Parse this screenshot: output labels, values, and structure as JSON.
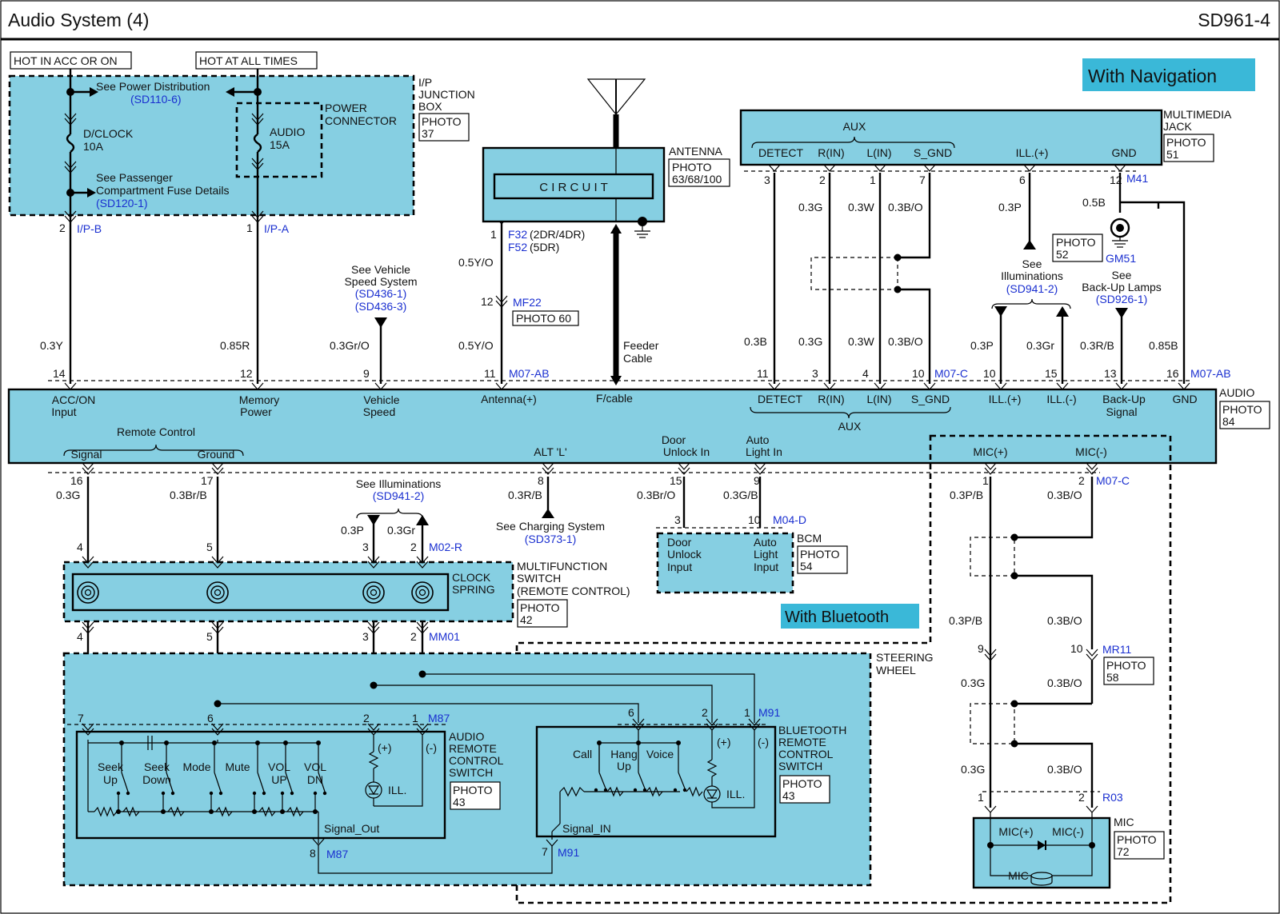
{
  "header": {
    "title": "Audio System (4)",
    "code": "SD961-4"
  },
  "banners": {
    "navigation": "With Navigation",
    "bluetooth": "With Bluetooth"
  },
  "fuse": {
    "hot_acc": "HOT IN ACC OR ON",
    "hot_all": "HOT AT ALL TIMES",
    "see_power": "See Power Distribution",
    "power_ref": "(SD110-6)",
    "dclock": "D/CLOCK",
    "dclock_a": "10A",
    "audio": "AUDIO",
    "audio_a": "15A",
    "pc1": "POWER",
    "pc2": "CONNECTOR",
    "see_pass1": "See  Passenger",
    "see_pass2": "Compartment Fuse Details",
    "pass_ref": "(SD120-1)",
    "ip1": "I/P",
    "ip2": "JUNCTION",
    "ip3": "BOX",
    "photo": "PHOTO",
    "photo_n": "37"
  },
  "wires_top": {
    "p2": "2",
    "ipb": "I/P-B",
    "p1": "1",
    "ipa": "I/P-A",
    "w03y": "0.3Y",
    "w085r": "0.85R",
    "vss1": "See Vehicle",
    "vss2": "Speed System",
    "vss_r1": "(SD436-1)",
    "vss_r2": "(SD436-3)",
    "w03gro": "0.3Gr/O",
    "f32": "F32",
    "f32s": "(2DR/4DR)",
    "f52": "F52",
    "f52s": "(5DR)",
    "w05yo": "0.5Y/O",
    "p12": "12",
    "mf22": "MF22",
    "photo60": "PHOTO 60",
    "feeder1": "Feeder",
    "feeder2": "Cable"
  },
  "antenna": {
    "circuit": "C I R C U I T",
    "label": "ANTENNA",
    "photo": "PHOTO",
    "photo_n": "63/68/100"
  },
  "multimedia": {
    "aux": "AUX",
    "pins": [
      "DETECT",
      "R(IN)",
      "L(IN)",
      "S_GND",
      "ILL.(+)",
      "GND"
    ],
    "nums": [
      "3",
      "2",
      "1",
      "7",
      "6",
      "12"
    ],
    "conn": "M41",
    "l1": "MULTIMEDIA",
    "l2": "JACK",
    "photo": "PHOTO",
    "photo_n": "51"
  },
  "aux_wires": {
    "w03g": "0.3G",
    "w03w": "0.3W",
    "w03bo": "0.3B/O",
    "w03p": "0.3P",
    "w05b": "0.5B",
    "photo": "PHOTO",
    "photo_n": "52",
    "gm51": "GM51",
    "ill1": "See",
    "ill2": "Illuminations",
    "ill_ref": "(SD941-2)",
    "bu1": "See",
    "bu2": "Back-Up Lamps",
    "bu_ref": "(SD926-1)",
    "w03b": "0.3B",
    "w03gr": "0.3Gr",
    "w03rb": "0.3R/B",
    "w085b": "0.85B"
  },
  "audio_unit": {
    "pin_nums": [
      "14",
      "12",
      "9",
      "11",
      "11",
      "3",
      "4",
      "10",
      "10",
      "15",
      "13",
      "16"
    ],
    "m07ab": "M07-AB",
    "m07c": "M07-C",
    "lbl_acc1": "ACC/ON",
    "lbl_acc2": "Input",
    "lbl_mem1": "Memory",
    "lbl_mem2": "Power",
    "lbl_veh1": "Vehicle",
    "lbl_veh2": "Speed",
    "lbl_ant": "Antenna(+)",
    "lbl_fcable": "F/cable",
    "lbl_detect": "DETECT",
    "lbl_rin": "R(IN)",
    "lbl_lin": "L(IN)",
    "lbl_sgnd": "S_GND",
    "lbl_aux": "AUX",
    "lbl_illp": "ILL.(+)",
    "lbl_illm": "ILL.(-)",
    "lbl_bu1": "Back-Up",
    "lbl_bu2": "Signal",
    "lbl_gnd": "GND",
    "remote": "Remote Control",
    "signal": "Signal",
    "ground": "Ground",
    "alt": "ALT 'L'",
    "door1": "Door",
    "door2": "Unlock In",
    "auto1": "Auto",
    "auto2": "Light In",
    "micp": "MIC(+)",
    "micm": "MIC(-)",
    "label": "AUDIO",
    "photo": "PHOTO",
    "photo_n": "84"
  },
  "lower": {
    "p16": "16",
    "p17": "17",
    "p8": "8",
    "p15": "15",
    "p9": "9",
    "p1": "1",
    "p2": "2",
    "w03g": "0.3G",
    "w03brb": "0.3Br/B",
    "w03rb": "0.3R/B",
    "w03bro": "0.3Br/O",
    "w03gb": "0.3G/B",
    "w03pb": "0.3P/B",
    "w03bo": "0.3B/O",
    "m07c": "M07-C",
    "ill": "See Illuminations",
    "ill_ref": "(SD941-2)",
    "w03p": "0.3P",
    "w03gr": "0.3Gr",
    "chg": "See Charging System",
    "chg_ref": "(SD373-1)",
    "p3": "3",
    "p10": "10",
    "m04d": "M04-D",
    "m02r": "M02-R",
    "p4": "4",
    "p5": "5"
  },
  "bcm": {
    "door1": "Door",
    "door2": "Unlock",
    "door3": "Input",
    "auto1": "Auto",
    "auto2": "Light",
    "auto3": "Input",
    "label": "BCM",
    "photo": "PHOTO",
    "photo_n": "54"
  },
  "clock": {
    "l1": "CLOCK",
    "l2": "SPRING",
    "m1": "MULTIFUNCTION",
    "m2": "SWITCH",
    "m3": "(REMOTE CONTROL)",
    "photo": "PHOTO",
    "photo_n": "42",
    "mm01": "MM01"
  },
  "steering": {
    "l1": "STEERING",
    "l2": "WHEEL"
  },
  "audio_sw": {
    "pins": [
      "7",
      "6",
      "2",
      "1"
    ],
    "conn": "M87",
    "seek_up1": "Seek",
    "seek_up2": "Up",
    "seek_dn1": "Seek",
    "seek_dn2": "Down",
    "mode": "Mode",
    "mute": "Mute",
    "volup1": "VOL",
    "volup2": "UP",
    "voldn1": "VOL",
    "voldn2": "DN",
    "plus": "(+)",
    "minus": "(-)",
    "ill": "ILL.",
    "sigout": "Signal_Out",
    "l1": "AUDIO",
    "l2": "REMOTE",
    "l3": "CONTROL",
    "l4": "SWITCH",
    "photo": "PHOTO",
    "photo_n": "43",
    "p8": "8",
    "m87b": "M87"
  },
  "bt_sw": {
    "pins": [
      "6",
      "2",
      "1"
    ],
    "conn": "M91",
    "call": "Call",
    "hang1": "Hang",
    "hang2": "Up",
    "voice": "Voice",
    "plus": "(+)",
    "minus": "(-)",
    "ill": "ILL.",
    "sigin": "Signal_IN",
    "l1": "BLUETOOTH",
    "l2": "REMOTE",
    "l3": "CONTROL",
    "l4": "SWITCH",
    "photo": "PHOTO",
    "photo_n": "43",
    "p7": "7",
    "m91b": "M91"
  },
  "mic": {
    "w03pb": "0.3P/B",
    "w03bo": "0.3B/O",
    "p9": "9",
    "p10": "10",
    "mr11": "MR11",
    "photo": "PHOTO",
    "photo_n": "58",
    "w03g": "0.3G",
    "p1": "1",
    "p2": "2",
    "r03": "R03",
    "micp": "MIC(+)",
    "micm": "MIC(-)",
    "mic": "MIC",
    "label": "MIC",
    "photo2": "PHOTO",
    "photo2_n": "72"
  },
  "colors": {
    "fill": "#86cfe2",
    "banner": "#3ab8d8",
    "ref": "#1a2fd0"
  }
}
